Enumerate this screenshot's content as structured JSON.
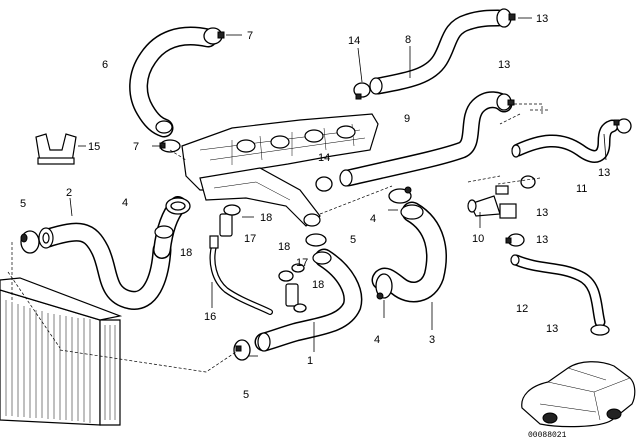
{
  "callouts": {
    "c1": "1",
    "c2": "2",
    "c3": "3",
    "c4a": "4",
    "c4b": "4",
    "c4c": "4",
    "c5a": "5",
    "c5b": "5",
    "c5c": "5",
    "c6": "6",
    "c7a": "7",
    "c7b": "7",
    "c8": "8",
    "c9": "9",
    "c10": "10",
    "c11": "11",
    "c12": "12",
    "c13a": "13",
    "c13b": "13",
    "c13c": "13",
    "c13d": "13",
    "c13e": "13",
    "c13f": "13",
    "c14a": "14",
    "c14b": "14",
    "c15": "15",
    "c16": "16",
    "c17a": "17",
    "c17b": "17",
    "c18a": "18",
    "c18b": "18",
    "c18c": "18",
    "c18d": "18"
  },
  "doc_id": "00088021"
}
